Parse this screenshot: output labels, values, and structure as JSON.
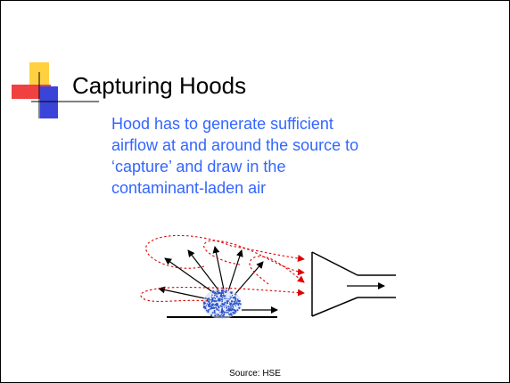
{
  "slide": {
    "title": "Capturing Hoods",
    "body": "Hood has to generate sufficient airflow at and around the source to ‘capture’ and draw in the contaminant-laden air",
    "source": "Source: HSE"
  },
  "colors": {
    "title": "#000000",
    "body_text": "#3366ff",
    "airflow_lines": "#e00000",
    "particle_cloud": "#2a52c8",
    "ornament_yellow": "#ffd13f",
    "ornament_red": "#f04040",
    "ornament_blue": "#3b44d8"
  },
  "diagram": {
    "elements": [
      "surface-line",
      "contaminant-cloud",
      "dispersion-arrows",
      "airflow-loops",
      "capture-hood",
      "duct-flow-arrow"
    ]
  }
}
